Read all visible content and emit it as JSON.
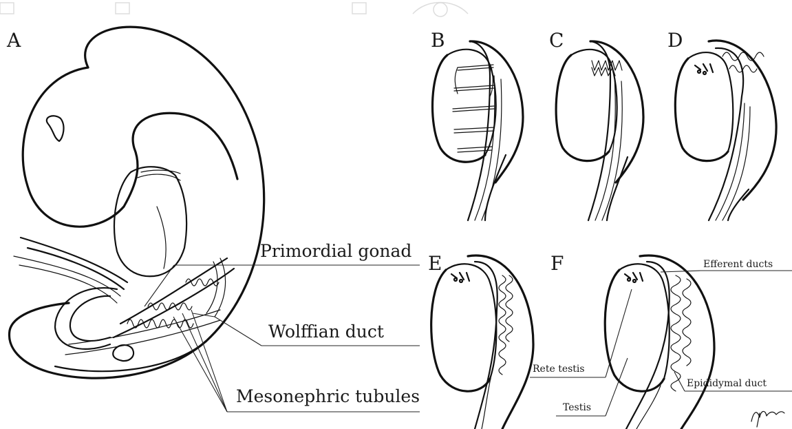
{
  "panels": {
    "a": "A",
    "b": "B",
    "c": "C",
    "d": "D",
    "e": "E",
    "f": "F"
  },
  "labels": {
    "primordial_gonad": "Primordial gonad",
    "wolffian_duct": "Wolffian duct",
    "mesonephric_tubules": "Mesonephric tubules",
    "efferent_ducts": "Efferent ducts",
    "rete_testis": "Rete testis",
    "epididymal_duct": "Epididymal duct",
    "testis": "Testis"
  },
  "signature": "M.Haw"
}
